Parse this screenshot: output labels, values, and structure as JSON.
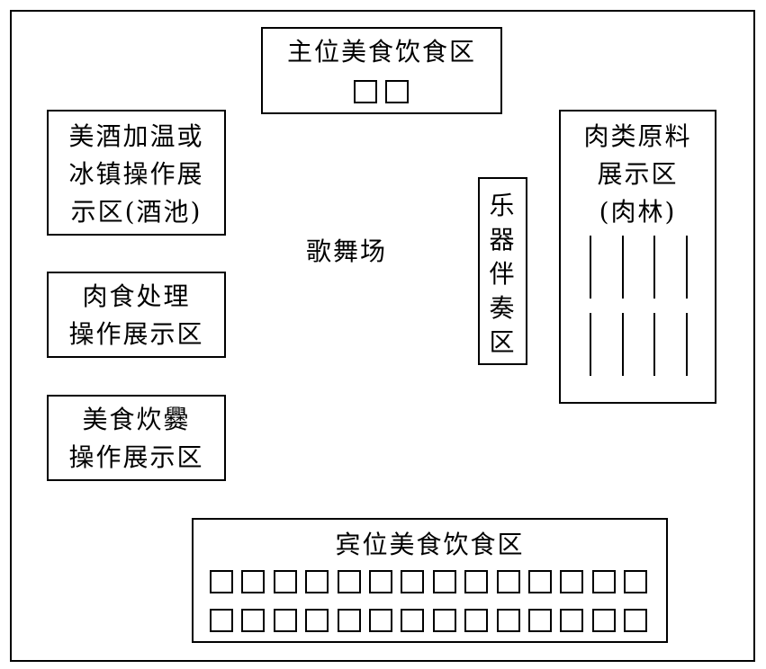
{
  "zones": {
    "host_dining": {
      "label": "主位美食饮食区",
      "seats": 2
    },
    "wine": {
      "lines": [
        "美酒加温或",
        "冰镇操作展",
        "示区(酒池)"
      ]
    },
    "meat_processing": {
      "lines": [
        "肉食处理",
        "操作展示区"
      ]
    },
    "cooking": {
      "lines": [
        "美食炊爨",
        "操作展示区"
      ]
    },
    "dance_floor": {
      "label": "歌舞场"
    },
    "music": {
      "chars": [
        "乐",
        "器",
        "伴",
        "奏",
        "区"
      ]
    },
    "meat_display": {
      "lines": [
        "肉类原料",
        "展示区",
        "(肉林)"
      ],
      "rows": 2,
      "poles_per_row": 4
    },
    "guest_dining": {
      "label": "宾位美食饮食区",
      "rows": 2,
      "seats_per_row": 14
    }
  }
}
